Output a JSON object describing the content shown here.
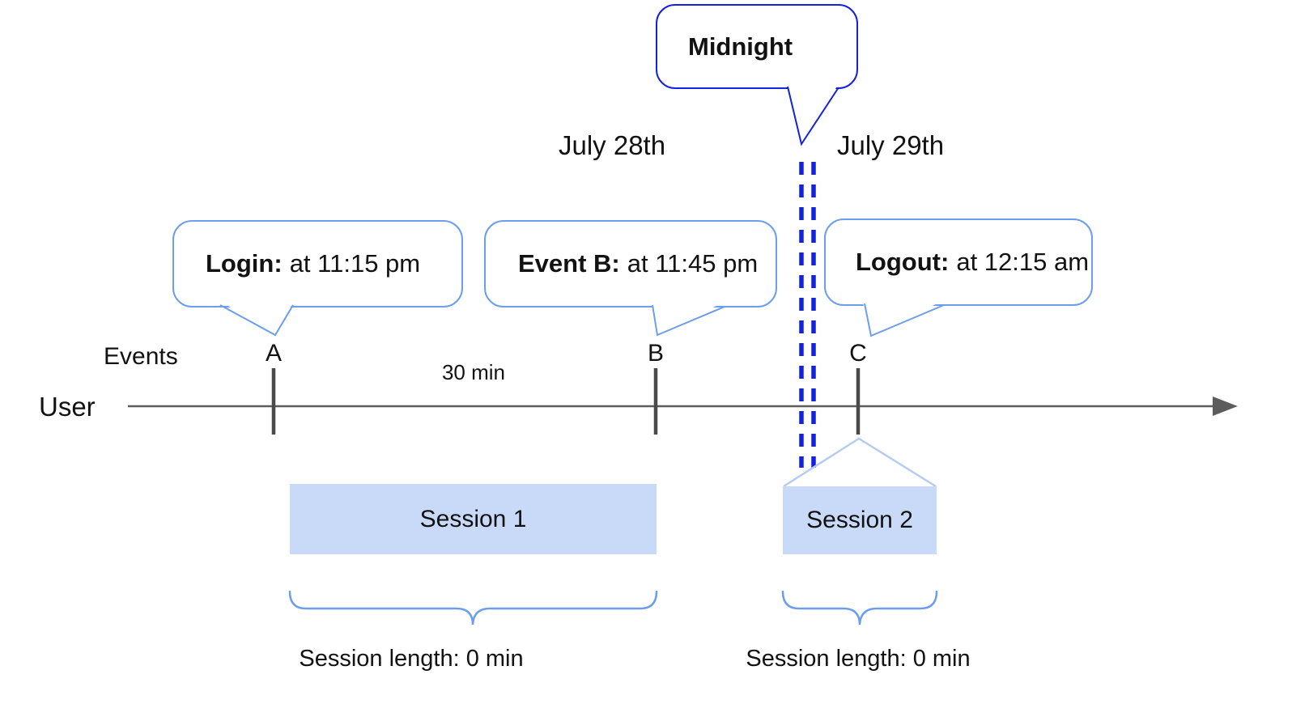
{
  "colors": {
    "dark_blue": "#1322dd",
    "cornflower_blue": "#6d9eeb",
    "roof_light_blue": "#b6cbf2",
    "session_fill": "#c9daf8",
    "axis_gray": "#5c5c5c"
  },
  "midnight": {
    "label": "Midnight"
  },
  "dates": {
    "before": "July 28th",
    "after": "July 29th"
  },
  "axis": {
    "events_label": "Events",
    "user_label": "User",
    "interval_label": "30 min",
    "markers": [
      "A",
      "B",
      "C"
    ]
  },
  "callouts": [
    {
      "bold": "Login:",
      "text": "at 11:15 pm"
    },
    {
      "bold": "Event B:",
      "text": "at 11:45 pm"
    },
    {
      "bold": "Logout:",
      "text": "at 12:15 am"
    }
  ],
  "sessions": [
    {
      "name": "Session 1",
      "length": "Session length: 0 min"
    },
    {
      "name": "Session 2",
      "length": "Session length: 0 min"
    }
  ]
}
